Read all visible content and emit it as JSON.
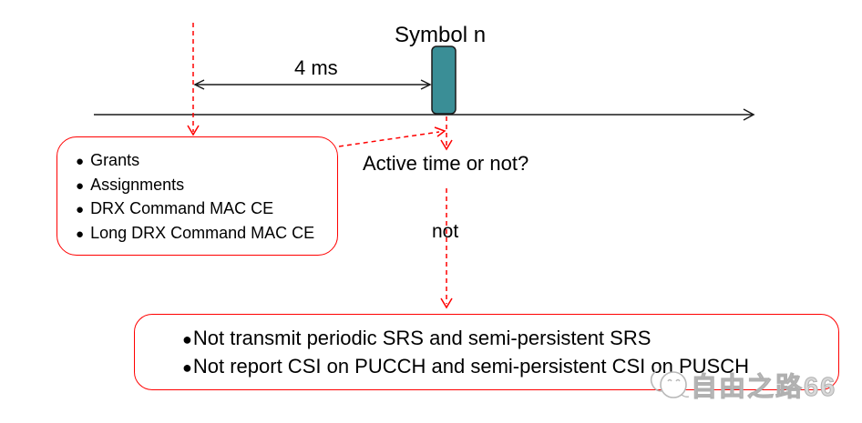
{
  "colors": {
    "accent_red": "#ff0000",
    "symbol_fill": "#3a8e96",
    "symbol_border": "#1a1a1a",
    "line_black": "#1a1a1a",
    "watermark_gray": "#b0b0b0"
  },
  "glyphs": {
    "bullet": "●"
  },
  "timeline": {
    "symbol_label": "Symbol n",
    "duration_label": "4 ms"
  },
  "question": {
    "text": "Active time or not?",
    "branch_label": "not"
  },
  "trigger_box": {
    "items": [
      "Grants",
      "Assignments",
      "DRX Command MAC CE",
      "Long DRX Command MAC CE"
    ]
  },
  "restriction_box": {
    "items": [
      "Not transmit periodic SRS and semi-persistent SRS",
      "Not report CSI on PUCCH and semi-persistent CSI on PUSCH"
    ]
  },
  "watermark": {
    "text": "自由之路66"
  }
}
